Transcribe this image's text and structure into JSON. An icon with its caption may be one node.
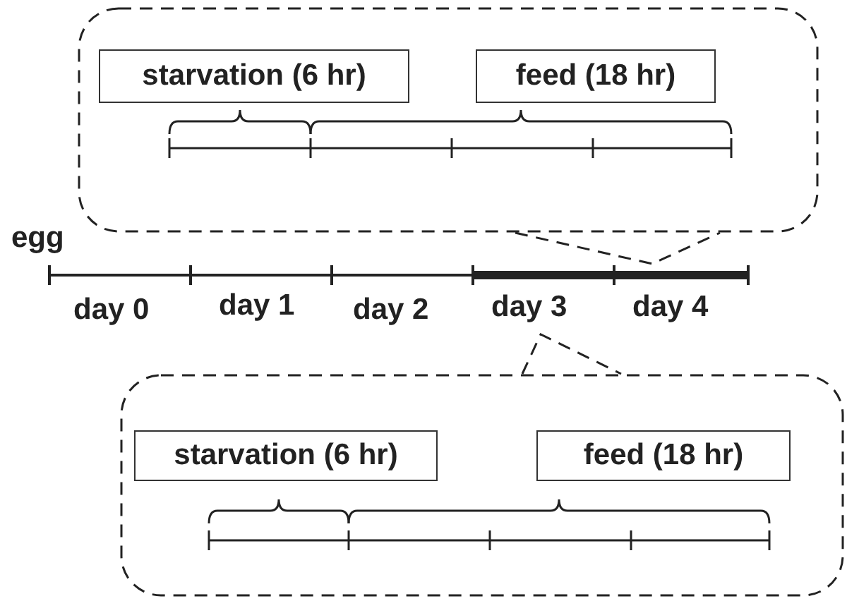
{
  "diagram": {
    "nodes": [
      {
        "text": [],
        "shape": "callout"
      },
      {
        "text": [
          "starvation (6 hr)"
        ],
        "in": 0
      },
      {
        "text": [
          "feed (18 hr)"
        ],
        "in": 0
      },
      {
        "text": [],
        "shape": "callout"
      },
      {
        "text": [
          "starvation (6 hr)"
        ],
        "in": 3
      },
      {
        "text": [
          "feed (18 hr)"
        ],
        "in": 3
      }
    ],
    "edges": [],
    "labels": [
      "egg",
      "day 0",
      "day 1",
      "day 2",
      "day 3",
      "day 4"
    ]
  }
}
